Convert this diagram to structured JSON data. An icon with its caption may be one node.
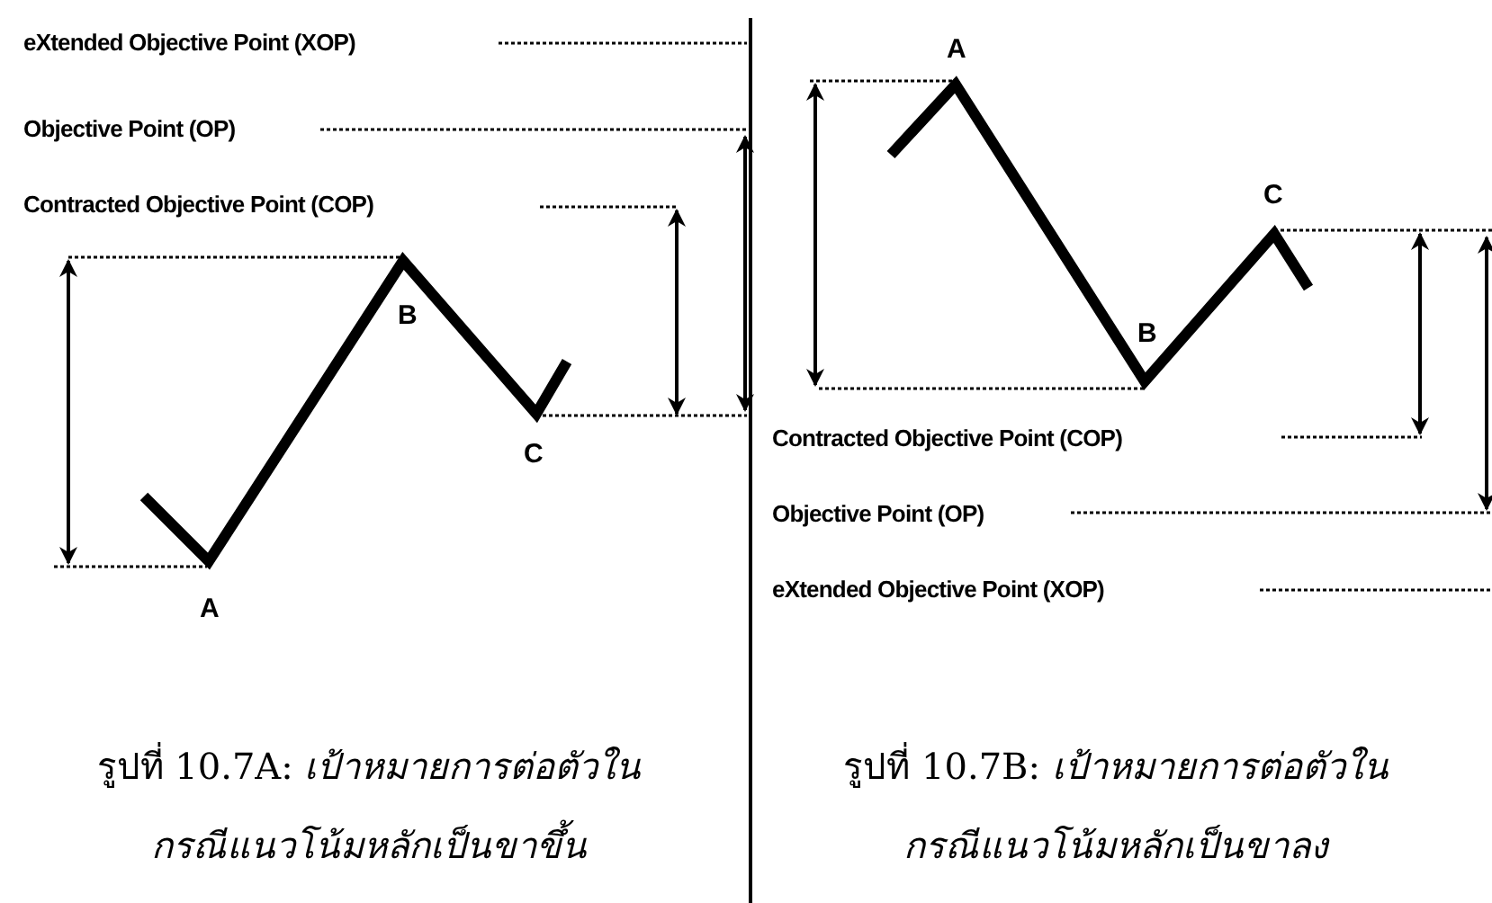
{
  "diagram": {
    "labels": [
      "eXtended Objective Point (XOP)",
      "Objective Point (OP)",
      "Contracted Objective Point (COP)",
      "B",
      "C",
      "A",
      "รูปที่ 10.7A: *เป้าหมายการต่อตัวในกรณีแนวโน้มหลักเป็นขาขึ้น*",
      "A",
      "C",
      "B",
      "Contracted Objective Point (COP)",
      "Objective Point (OP)",
      "eXtended Objective Point (XOP)",
      "รูปที่ 10.7B: *เป้าหมายการต่อตัวในกรณีแนวโน้มหลักเป็นขาลง*"
    ]
  }
}
